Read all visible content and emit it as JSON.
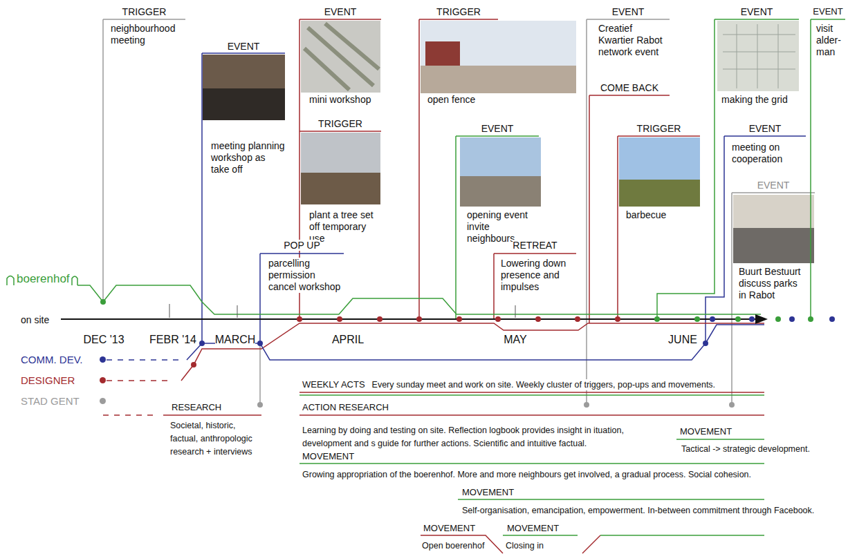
{
  "diagram": {
    "nodes": [
      {
        "text": [
          "TRIGGER",
          "neighbourhood meeting"
        ]
      },
      {
        "text": [
          "EVENT",
          "meeting planning workshop as take off"
        ]
      },
      {
        "text": [
          "EVENT",
          "mini workshop"
        ]
      },
      {
        "text": [
          "TRIGGER",
          "plant a tree set off temporary use"
        ]
      },
      {
        "text": [
          "POP UP",
          "parcelling permission cancel workshop"
        ]
      },
      {
        "text": [
          "TRIGGER",
          "open fence"
        ]
      },
      {
        "text": [
          "EVENT",
          "opening event invite neighbours"
        ]
      },
      {
        "text": [
          "RETREAT",
          "Lowering down presence and impulses"
        ]
      },
      {
        "text": [
          "EVENT",
          "Creatief Kwartier Rabot network event"
        ]
      },
      {
        "text": [
          "COME BACK"
        ]
      },
      {
        "text": [
          "TRIGGER",
          "barbecue"
        ]
      },
      {
        "text": [
          "EVENT",
          "making the grid"
        ]
      },
      {
        "text": [
          "EVENT",
          "meeting on cooperation"
        ]
      },
      {
        "text": [
          "EVENT",
          "Buurt Bestuurt discuss parks in Rabot"
        ]
      },
      {
        "text": [
          "EVENT",
          "visit alder- man"
        ]
      },
      {
        "text": [
          "WEEKLY ACTS",
          "Every sunday meet and work on site. Weekly cluster of triggers, pop-ups and movements."
        ]
      },
      {
        "text": [
          "RESEARCH",
          "Societal, historic, factual, anthropologic research + interviews"
        ]
      },
      {
        "text": [
          "ACTION RESEARCH",
          "Learning by doing and testing on site. Reflection logbook provides insight in ituation, development and s guide for further actions. Scientific and intuitive factual."
        ]
      },
      {
        "text": [
          "MOVEMENT",
          "Tactical -> strategic development."
        ]
      },
      {
        "text": [
          "MOVEMENT",
          "Growing appropriation of the boerenhof. More and more neighbours get involved, a gradual process. Social cohesion."
        ]
      },
      {
        "text": [
          "MOVEMENT",
          "Self-organisation, emancipation, empowerment. In-between commitment through Facebook."
        ]
      },
      {
        "text": [
          "MOVEMENT",
          "Open boerenhof"
        ]
      },
      {
        "text": [
          "MOVEMENT",
          "Closing in"
        ]
      }
    ],
    "labels": [
      "boerenhof",
      "on site",
      "DEC '13",
      "FEBR '14",
      "MARCH",
      "APRIL",
      "MAY",
      "JUNE"
    ],
    "legend": [
      {
        "text": "COMM. DEV.",
        "color": "#2d3494"
      },
      {
        "text": "DESIGNER",
        "color": "#a32a2e"
      },
      {
        "text": "STAD GENT",
        "color": "#9b9b9b"
      }
    ]
  }
}
